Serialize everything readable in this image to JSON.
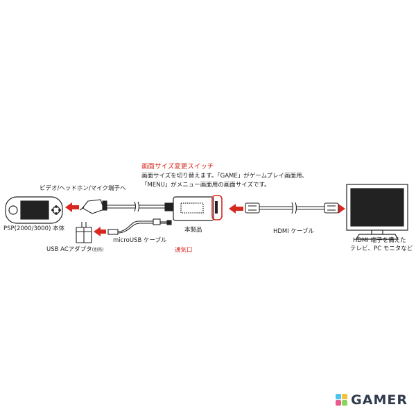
{
  "switch_title": "画面サイズ変更スイッチ",
  "switch_desc_1": "画面サイズを切り替えます。「GAME」がゲームプレイ画面用、",
  "switch_desc_2": "「MENU」がメニュー画面用の画面サイズです。",
  "video_headphone_mic": "ビデオ/ヘッドホン/マイク端子へ",
  "psp_label": "PSP(2000/3000) 本体",
  "usb_adapter": "USB ACアダプタ",
  "usb_adapter_note": "(別売)",
  "microusb_cable": "microUSB ケーブル",
  "product_label": "本製品",
  "vent_label": "通気口",
  "hdmi_cable": "HDMI ケーブル",
  "tv_label_1": "HDMI 端子を備えた",
  "tv_label_2": "テレビ、PC モニタなど",
  "watermark": "GAMER",
  "colors": {
    "accent_red": "#d6281e",
    "line": "#222222"
  }
}
